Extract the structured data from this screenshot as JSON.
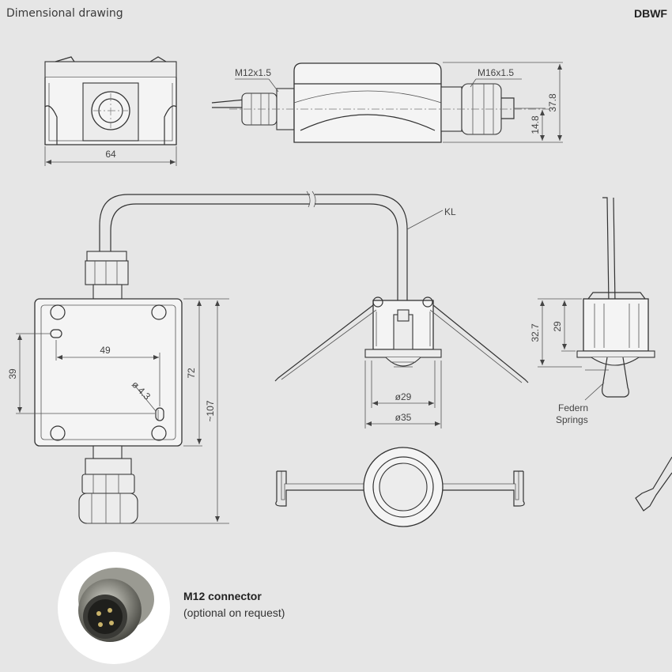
{
  "header": {
    "title": "Dimensional drawing",
    "model": "DBWF"
  },
  "dimensions": {
    "width_64": "64",
    "thread_m12": "M12x1.5",
    "thread_m16": "M16x1.5",
    "height_37_8": "37.8",
    "height_14_8": "14.8",
    "cable": "KL",
    "hole_49": "49",
    "hole_39": "39",
    "hole_dia": "ø 4.3",
    "box_72": "72",
    "total_107": "~107",
    "dia_29": "ø29",
    "dia_35": "ø35",
    "side_32_7": "32.7",
    "side_29": "29",
    "springs_de": "Federn",
    "springs_en": "Springs"
  },
  "connector": {
    "title": "M12 connector",
    "subtitle": "(optional on request)"
  }
}
